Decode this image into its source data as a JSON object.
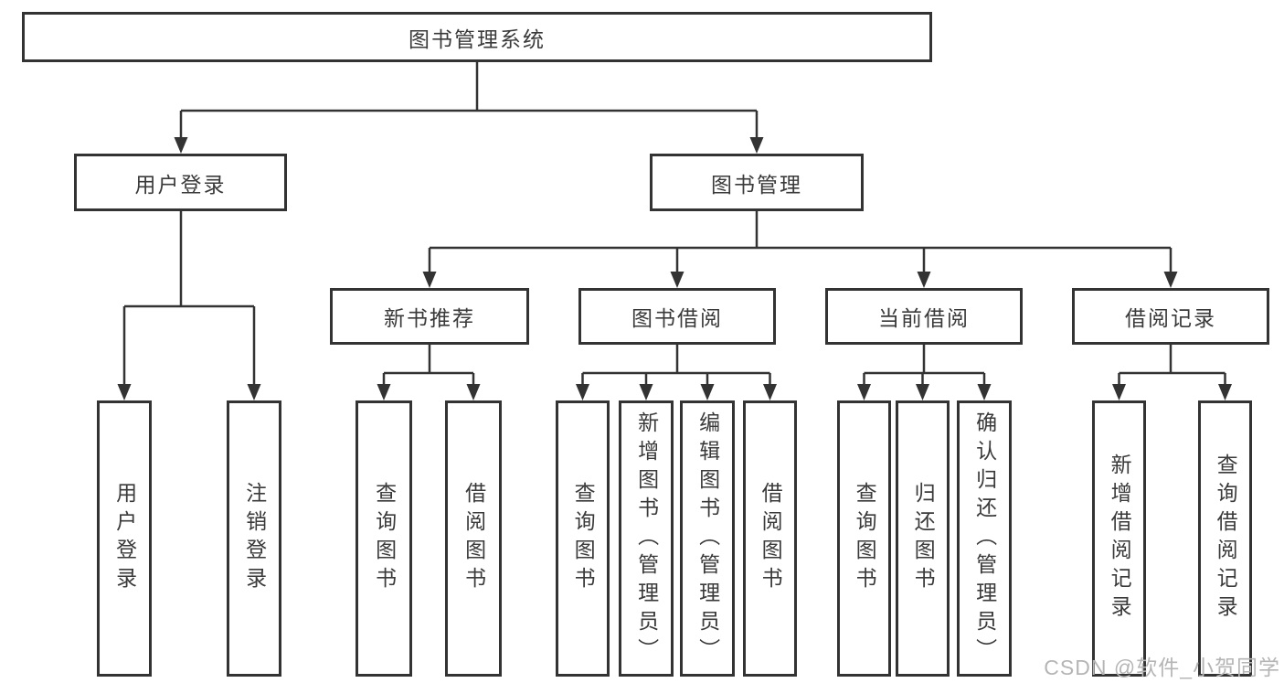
{
  "tree": {
    "label": "图书管理系统",
    "children": [
      {
        "label": "用户登录",
        "children": [
          {
            "label": "用户登录"
          },
          {
            "label": "注销登录"
          }
        ]
      },
      {
        "label": "图书管理",
        "children": [
          {
            "label": "新书推荐",
            "children": [
              {
                "label": "查询图书"
              },
              {
                "label": "借阅图书"
              }
            ]
          },
          {
            "label": "图书借阅",
            "children": [
              {
                "label": "查询图书"
              },
              {
                "label": "新增图书（管理员）"
              },
              {
                "label": "编辑图书（管理员）"
              },
              {
                "label": "借阅图书"
              }
            ]
          },
          {
            "label": "当前借阅",
            "children": [
              {
                "label": "查询图书"
              },
              {
                "label": "归还图书"
              },
              {
                "label": "确认归还（管理员）"
              }
            ]
          },
          {
            "label": "借阅记录",
            "children": [
              {
                "label": "新增借阅记录"
              },
              {
                "label": "查询借阅记录"
              }
            ]
          }
        ]
      }
    ]
  },
  "watermark": "CSDN @软件_小贺同学",
  "colors": {
    "line": "#333333",
    "text": "#3a3a3a",
    "background": "#ffffff",
    "watermark": "#b5b5b5"
  }
}
